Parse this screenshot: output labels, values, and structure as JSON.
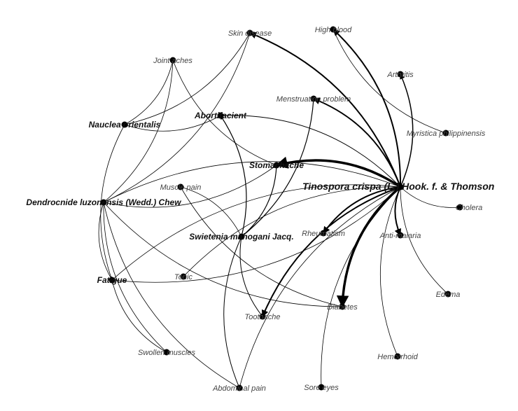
{
  "nodes": [
    {
      "id": "tinospora",
      "label": "Tinospora crispa (L.) Hook. f. & Thomson",
      "kind": "plant-large"
    },
    {
      "id": "swietenia",
      "label": "Swietenia mahogani Jacq.",
      "kind": "plant"
    },
    {
      "id": "dendrocnide",
      "label": "Dendrocnide luzonensis (Wedd.) Chew",
      "kind": "plant"
    },
    {
      "id": "nauclea",
      "label": "Nauclea orientalis",
      "kind": "plant"
    },
    {
      "id": "myristica",
      "label": "Myristica philippinensis",
      "kind": "ailment"
    },
    {
      "id": "skin",
      "label": "Skin disease",
      "kind": "ailment"
    },
    {
      "id": "highblood",
      "label": "High blood",
      "kind": "ailment"
    },
    {
      "id": "arthritis",
      "label": "Arthritis",
      "kind": "ailment"
    },
    {
      "id": "jointaches",
      "label": "Joint aches",
      "kind": "ailment"
    },
    {
      "id": "menstruation",
      "label": "Menstruation problem",
      "kind": "ailment"
    },
    {
      "id": "abortifacient",
      "label": "Abortifacient",
      "kind": "plant"
    },
    {
      "id": "stomachache",
      "label": "Stomachache",
      "kind": "plant"
    },
    {
      "id": "musclepain",
      "label": "Muscle pain",
      "kind": "ailment"
    },
    {
      "id": "cholera",
      "label": "Cholera",
      "kind": "ailment"
    },
    {
      "id": "rheumatism",
      "label": "Rheumatism",
      "kind": "ailment"
    },
    {
      "id": "antimalaria",
      "label": "Anti-malaria",
      "kind": "ailment"
    },
    {
      "id": "fatigue",
      "label": "Fatigue",
      "kind": "plant"
    },
    {
      "id": "tonic",
      "label": "Tonic",
      "kind": "ailment"
    },
    {
      "id": "edema",
      "label": "Edema",
      "kind": "ailment"
    },
    {
      "id": "diabetes",
      "label": "Diabetes",
      "kind": "ailment"
    },
    {
      "id": "toothache",
      "label": "Toothache",
      "kind": "ailment"
    },
    {
      "id": "swollen",
      "label": "Swollen muscles",
      "kind": "ailment"
    },
    {
      "id": "hemorrhoid",
      "label": "Hemorrhoid",
      "kind": "ailment"
    },
    {
      "id": "abdominal",
      "label": "Abdominal pain",
      "kind": "ailment"
    },
    {
      "id": "soreeyes",
      "label": "Sore eyes",
      "kind": "ailment"
    }
  ],
  "edges": [
    {
      "from": "tinospora",
      "to": "skin",
      "weight": 2,
      "arrow": true
    },
    {
      "from": "tinospora",
      "to": "highblood",
      "weight": 2,
      "arrow": true
    },
    {
      "from": "tinospora",
      "to": "arthritis",
      "weight": 1.5,
      "arrow": true
    },
    {
      "from": "tinospora",
      "to": "menstruation",
      "weight": 2,
      "arrow": true
    },
    {
      "from": "tinospora",
      "to": "stomachache",
      "weight": 3.5,
      "arrow": true
    },
    {
      "from": "tinospora",
      "to": "abortifacient",
      "weight": 1,
      "arrow": false
    },
    {
      "from": "tinospora",
      "to": "rheumatism",
      "weight": 2,
      "arrow": true
    },
    {
      "from": "tinospora",
      "to": "antimalaria",
      "weight": 2,
      "arrow": true
    },
    {
      "from": "tinospora",
      "to": "diabetes",
      "weight": 3.5,
      "arrow": true
    },
    {
      "from": "tinospora",
      "to": "toothache",
      "weight": 2,
      "arrow": true
    },
    {
      "from": "tinospora",
      "to": "cholera",
      "weight": 0.8,
      "arrow": false
    },
    {
      "from": "tinospora",
      "to": "edema",
      "weight": 0.8,
      "arrow": false
    },
    {
      "from": "tinospora",
      "to": "hemorrhoid",
      "weight": 0.8,
      "arrow": false
    },
    {
      "from": "tinospora",
      "to": "soreeyes",
      "weight": 0.8,
      "arrow": false
    },
    {
      "from": "tinospora",
      "to": "fatigue",
      "weight": 0.8,
      "arrow": false
    },
    {
      "from": "tinospora",
      "to": "tonic",
      "weight": 0.8,
      "arrow": false
    },
    {
      "from": "tinospora",
      "to": "dendrocnide",
      "weight": 0.8,
      "arrow": false
    },
    {
      "from": "tinospora",
      "to": "abdominal",
      "weight": 0.8,
      "arrow": false
    },
    {
      "from": "highblood",
      "to": "myristica",
      "weight": 0.8,
      "arrow": false
    },
    {
      "from": "swietenia",
      "to": "abortifacient",
      "weight": 1.2,
      "arrow": true
    },
    {
      "from": "swietenia",
      "to": "menstruation",
      "weight": 1.2,
      "arrow": false
    },
    {
      "from": "swietenia",
      "to": "stomachache",
      "weight": 1.2,
      "arrow": false
    },
    {
      "from": "swietenia",
      "to": "abdominal",
      "weight": 1,
      "arrow": false
    },
    {
      "from": "swietenia",
      "to": "toothache",
      "weight": 1,
      "arrow": false
    },
    {
      "from": "swietenia",
      "to": "musclepain",
      "weight": 0.8,
      "arrow": false
    },
    {
      "from": "dendrocnide",
      "to": "skin",
      "weight": 0.8,
      "arrow": false
    },
    {
      "from": "dendrocnide",
      "to": "jointaches",
      "weight": 0.8,
      "arrow": false
    },
    {
      "from": "dendrocnide",
      "to": "stomachache",
      "weight": 0.8,
      "arrow": false
    },
    {
      "from": "dendrocnide",
      "to": "fatigue",
      "weight": 0.8,
      "arrow": false
    },
    {
      "from": "dendrocnide",
      "to": "swollen",
      "weight": 0.8,
      "arrow": false
    },
    {
      "from": "dendrocnide",
      "to": "diabetes",
      "weight": 0.8,
      "arrow": false
    },
    {
      "from": "dendrocnide",
      "to": "abdominal",
      "weight": 0.8,
      "arrow": false
    },
    {
      "from": "nauclea",
      "to": "jointaches",
      "weight": 0.8,
      "arrow": false
    },
    {
      "from": "nauclea",
      "to": "abortifacient",
      "weight": 0.8,
      "arrow": false
    },
    {
      "from": "nauclea",
      "to": "skin",
      "weight": 0.8,
      "arrow": false
    },
    {
      "from": "nauclea",
      "to": "fatigue",
      "weight": 0.8,
      "arrow": false
    },
    {
      "from": "jointaches",
      "to": "stomachache",
      "weight": 0.8,
      "arrow": false
    },
    {
      "from": "fatigue",
      "to": "tinospora",
      "weight": 0.8,
      "arrow": false
    },
    {
      "from": "musclepain",
      "to": "diabetes",
      "weight": 0.8,
      "arrow": false
    },
    {
      "from": "fatigue",
      "to": "swollen",
      "weight": 0.8,
      "arrow": false
    }
  ]
}
